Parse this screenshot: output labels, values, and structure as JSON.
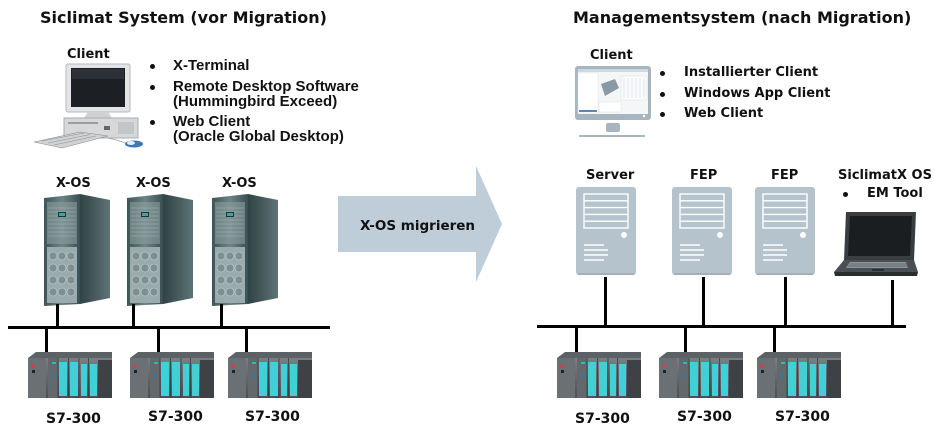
{
  "left": {
    "title": "Siclimat System (vor Migration)",
    "client_label": "Client",
    "client_options": [
      {
        "line1": "X-Terminal",
        "line2": ""
      },
      {
        "line1": "Remote Desktop Software",
        "line2": "(Hummingbird Exceed)"
      },
      {
        "line1": "Web Client",
        "line2": "(Oracle Global Desktop)"
      }
    ],
    "servers": [
      "X-OS",
      "X-OS",
      "X-OS"
    ],
    "plcs": [
      "S7-300",
      "S7-300",
      "S7-300"
    ]
  },
  "arrow": {
    "label": "X-OS migrieren",
    "color": "#bfcdd8"
  },
  "right": {
    "title": "Managementsystem (nach Migration)",
    "client_label": "Client",
    "client_options": [
      "Installierter Client",
      "Windows App Client",
      "Web Client"
    ],
    "servers": [
      "Server",
      "FEP",
      "FEP"
    ],
    "laptop_label": "SiclimatX OS",
    "laptop_options": [
      "EM Tool"
    ],
    "plcs": [
      "S7-300",
      "S7-300",
      "S7-300"
    ],
    "device_color": "#b5c3cd"
  }
}
